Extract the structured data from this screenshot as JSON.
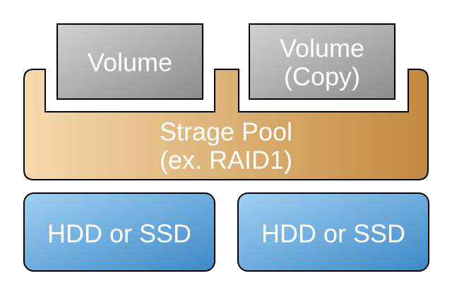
{
  "pool": {
    "line1": "Strage Pool",
    "line2": "(ex. RAID1)"
  },
  "volumes": [
    {
      "line1": "Volume"
    },
    {
      "line1": "Volume",
      "line2": "(Copy)"
    }
  ],
  "disks": [
    {
      "label": "HDD or SSD"
    },
    {
      "label": "HDD or SSD"
    }
  ],
  "colors": {
    "pool_light": "#f6d9ad",
    "pool_dark": "#c28a3e",
    "volume_light": "#d2d2d2",
    "volume_dark": "#8c8c8c",
    "disk_light": "#9fd0f3",
    "disk_dark": "#3e89c6",
    "outline": "#000000",
    "text": "#ffffff"
  }
}
